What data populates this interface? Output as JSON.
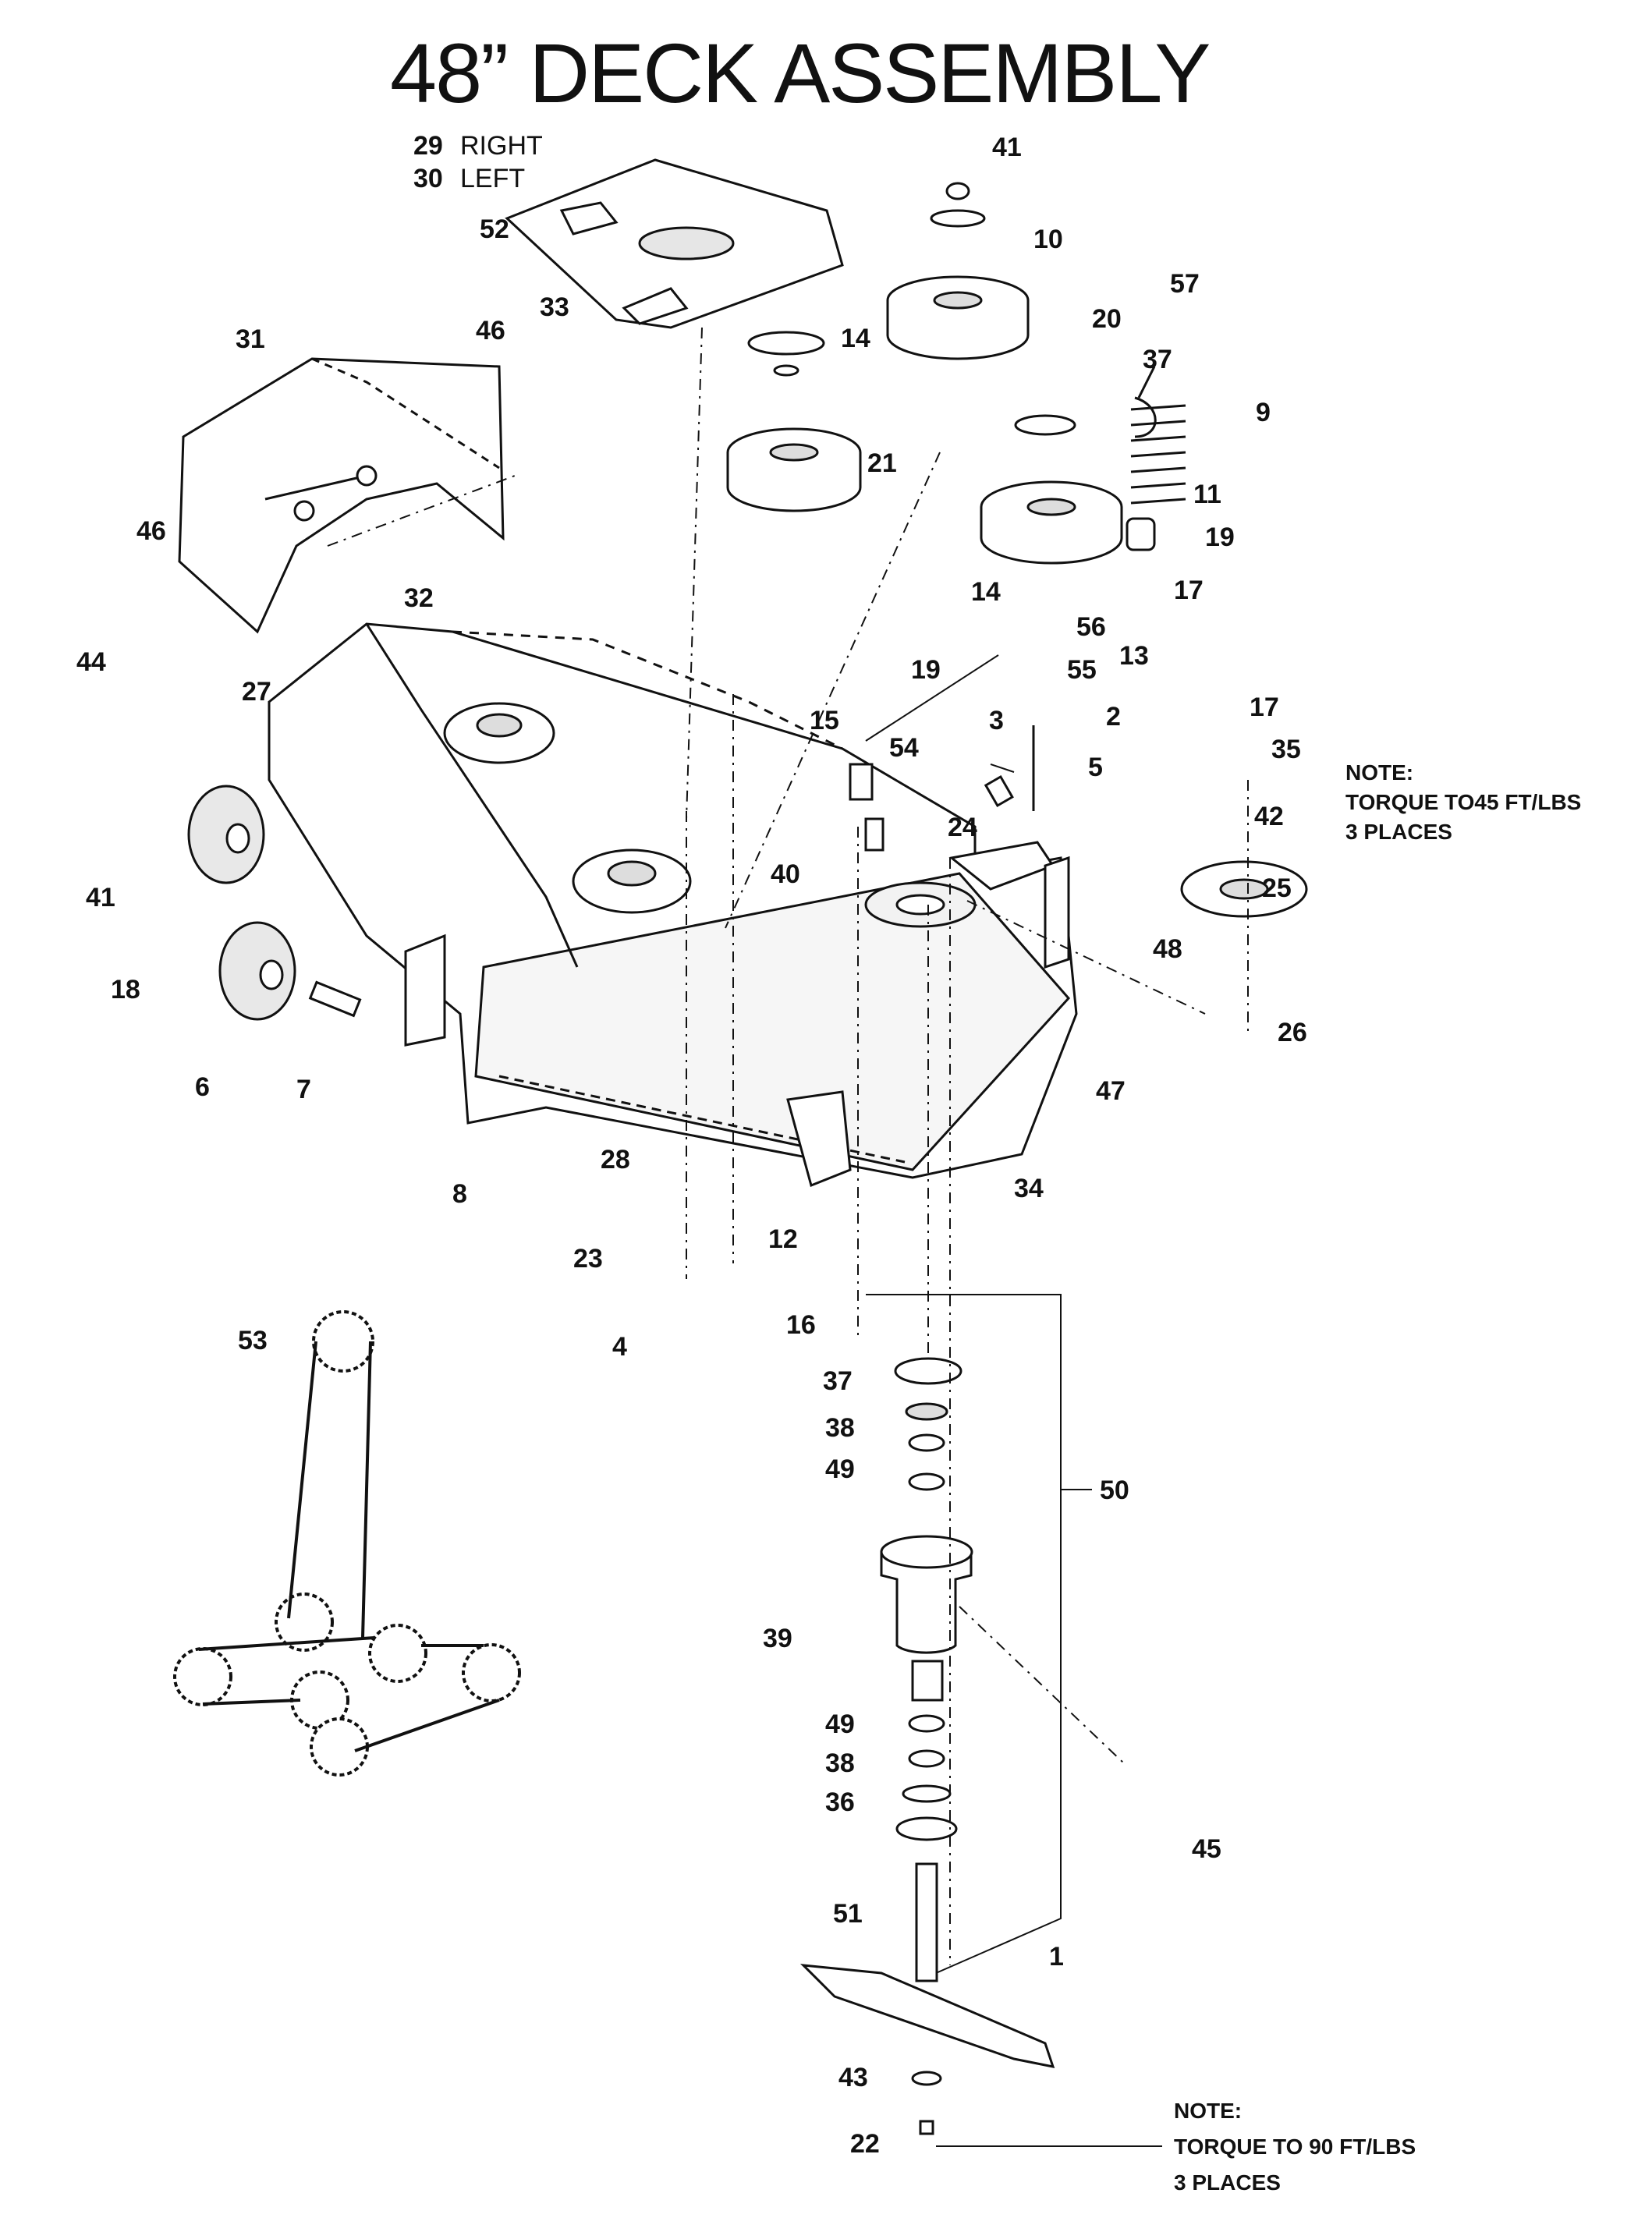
{
  "title": "48” DECK ASSEMBLY",
  "captions": {
    "right": "RIGHT",
    "left": "LEFT"
  },
  "notes": [
    {
      "head": "NOTE:",
      "line1": "TORQUE TO45 FT/LBS",
      "line2": "3 PLACES"
    },
    {
      "head": "NOTE:",
      "line1": "TORQUE TO 90 FT/LBS",
      "line2": "3 PLACES"
    }
  ],
  "labels": [
    "29",
    "30",
    "52",
    "41",
    "10",
    "14",
    "20",
    "57",
    "37",
    "9",
    "11",
    "19",
    "21",
    "14",
    "17",
    "13",
    "31",
    "46",
    "33",
    "32",
    "27",
    "44",
    "46",
    "56",
    "55",
    "19",
    "2",
    "15",
    "3",
    "54",
    "5",
    "24",
    "17",
    "35",
    "42",
    "25",
    "26",
    "40",
    "48",
    "47",
    "41",
    "18",
    "6",
    "7",
    "8",
    "28",
    "34",
    "12",
    "23",
    "16",
    "4",
    "53",
    "37",
    "38",
    "49",
    "50",
    "39",
    "49",
    "38",
    "36",
    "45",
    "51",
    "1",
    "43",
    "22"
  ],
  "colors": {
    "line": "#111111",
    "fill": "#ffffff",
    "shade": "#d8d8d8"
  }
}
